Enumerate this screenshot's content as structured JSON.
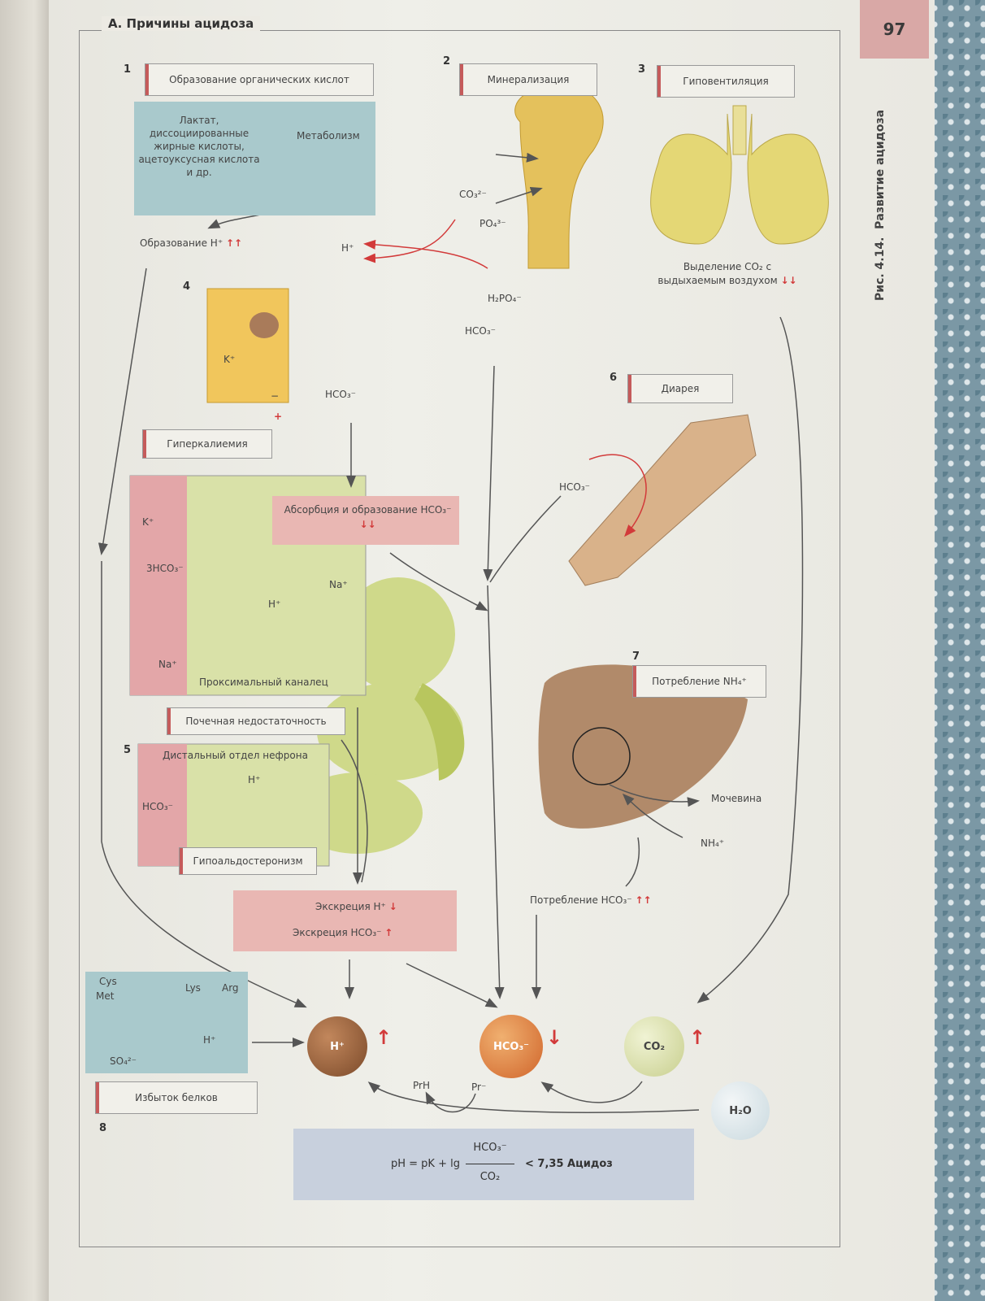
{
  "page": {
    "header_title": "А. Причины ацидоза",
    "page_number": "97",
    "figure_caption": "Рис. 4.14.",
    "figure_title": "Развитие ацидоза"
  },
  "sections": {
    "s1": {
      "number": "1",
      "label": "Образование органических кислот",
      "acids_text": "Лактат, диссоциированные жирные кислоты, ацетоуксусная кислота и др.",
      "metabolism": "Метаболизм",
      "h_formation": "Образование H⁺",
      "arrow": "↑↑"
    },
    "s2": {
      "number": "2",
      "label": "Минерализация",
      "co3": "CO₃²⁻",
      "po4": "PO₄³⁻",
      "h2po4": "H₂PO₄⁻",
      "hco3": "HCO₃⁻",
      "h": "H⁺"
    },
    "s3": {
      "number": "3",
      "label": "Гиповентиляция",
      "co2_release": "Выделение CO₂ с выдыхаемым воздухом",
      "arrow": "↓↓"
    },
    "s4": {
      "number": "4",
      "k": "K⁺",
      "hco3": "HCO₃⁻",
      "minus": "−",
      "plus": "+",
      "hyperkalemia": "Гиперкалиемия",
      "absorption": "Абсорбция и образование HCO₃⁻",
      "arrow": "↓↓",
      "k2": "K⁺",
      "hco3x3": "3HCO₃⁻",
      "na": "Na⁺",
      "na2": "Na⁺",
      "h": "H⁺",
      "tubule": "Проксимальный каналец"
    },
    "renal_failure": "Почечная недостаточность",
    "s5": {
      "number": "5",
      "distal": "Дистальный отдел нефрона",
      "hco3": "HCO₃⁻",
      "h": "H⁺",
      "hypoaldo": "Гипоальдостеронизм"
    },
    "s6": {
      "number": "6",
      "label": "Диарея",
      "hco3": "HCO₃⁻"
    },
    "s7": {
      "number": "7",
      "label": "Потребление NH₄⁺",
      "urea": "Мочевина",
      "nh4": "NH₄⁺",
      "hco3_consumption": "Потребление HCO₃⁻",
      "arrow": "↑↑"
    },
    "excretion": {
      "h": "Экскреция H⁺",
      "h_arrow": "↓",
      "hco3": "Экскреция HCO₃⁻",
      "hco3_arrow": "↑"
    },
    "s8": {
      "number": "8",
      "cys": "Cys",
      "met": "Met",
      "lys": "Lys",
      "arg": "Arg",
      "h": "H⁺",
      "so4": "SO₄²⁻",
      "label": "Избыток белков"
    },
    "bottom": {
      "h": "H⁺",
      "h_arrow": "↑",
      "hco3": "HCO₃⁻",
      "hco3_arrow": "↓",
      "co2": "CO₂",
      "co2_arrow": "↑",
      "h2o": "H₂O",
      "prh": "PrH",
      "pr": "Pr⁻"
    },
    "formula": {
      "left": "pH = pK + lg",
      "numerator": "HCO₃⁻",
      "denominator": "CO₂",
      "right": "< 7,35 Ацидоз"
    }
  },
  "colors": {
    "accent_red": "#d23a3a",
    "page_tab": "#d9a8a6",
    "blue_box": "#a9c9cc",
    "pink_box": "#e9b7b3",
    "formula_box": "#c8d0dd"
  }
}
